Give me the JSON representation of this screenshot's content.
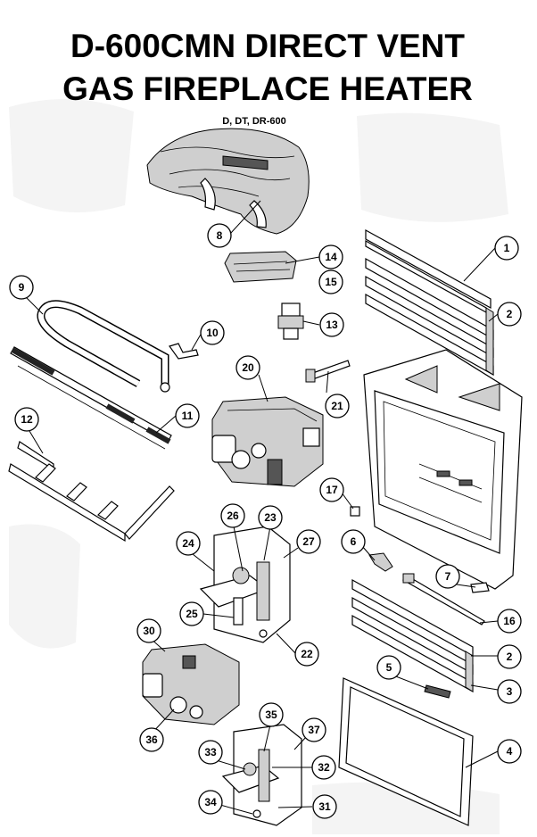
{
  "title_line1": "D-600CMN DIRECT VENT",
  "title_line2": "GAS FIREPLACE HEATER",
  "subtitle": "D, DT, DR-600",
  "callouts": [
    {
      "id": "c1",
      "label": "1"
    },
    {
      "id": "c2a",
      "label": "2"
    },
    {
      "id": "c2b",
      "label": "2"
    },
    {
      "id": "c3",
      "label": "3"
    },
    {
      "id": "c4",
      "label": "4"
    },
    {
      "id": "c5",
      "label": "5"
    },
    {
      "id": "c6",
      "label": "6"
    },
    {
      "id": "c7",
      "label": "7"
    },
    {
      "id": "c8",
      "label": "8"
    },
    {
      "id": "c9",
      "label": "9"
    },
    {
      "id": "c10",
      "label": "10"
    },
    {
      "id": "c11",
      "label": "11"
    },
    {
      "id": "c12",
      "label": "12"
    },
    {
      "id": "c13",
      "label": "13"
    },
    {
      "id": "c14",
      "label": "14"
    },
    {
      "id": "c15",
      "label": "15"
    },
    {
      "id": "c16",
      "label": "16"
    },
    {
      "id": "c17",
      "label": "17"
    },
    {
      "id": "c20",
      "label": "20"
    },
    {
      "id": "c21",
      "label": "21"
    },
    {
      "id": "c22",
      "label": "22"
    },
    {
      "id": "c23",
      "label": "23"
    },
    {
      "id": "c24",
      "label": "24"
    },
    {
      "id": "c25",
      "label": "25"
    },
    {
      "id": "c26",
      "label": "26"
    },
    {
      "id": "c27",
      "label": "27"
    },
    {
      "id": "c30",
      "label": "30"
    },
    {
      "id": "c31",
      "label": "31"
    },
    {
      "id": "c32",
      "label": "32"
    },
    {
      "id": "c33",
      "label": "33"
    },
    {
      "id": "c34",
      "label": "34"
    },
    {
      "id": "c35",
      "label": "35"
    },
    {
      "id": "c36",
      "label": "36"
    },
    {
      "id": "c37",
      "label": "37"
    }
  ]
}
